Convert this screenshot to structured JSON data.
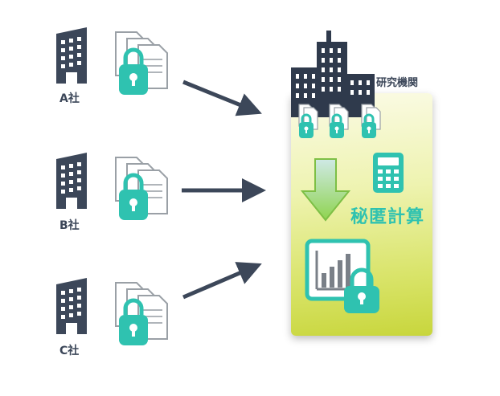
{
  "companies": [
    {
      "id": "a",
      "label": "A社"
    },
    {
      "id": "b",
      "label": "B社"
    },
    {
      "id": "c",
      "label": "C社"
    }
  ],
  "institute": {
    "label": "研究機関"
  },
  "computation": {
    "label": "秘匿計算"
  },
  "colors": {
    "building": "#3c4759",
    "lock": "#2fc2b0",
    "arrow": "#3c4759",
    "down_arrow": "#8fd44f",
    "panel": "#dfe77a"
  }
}
